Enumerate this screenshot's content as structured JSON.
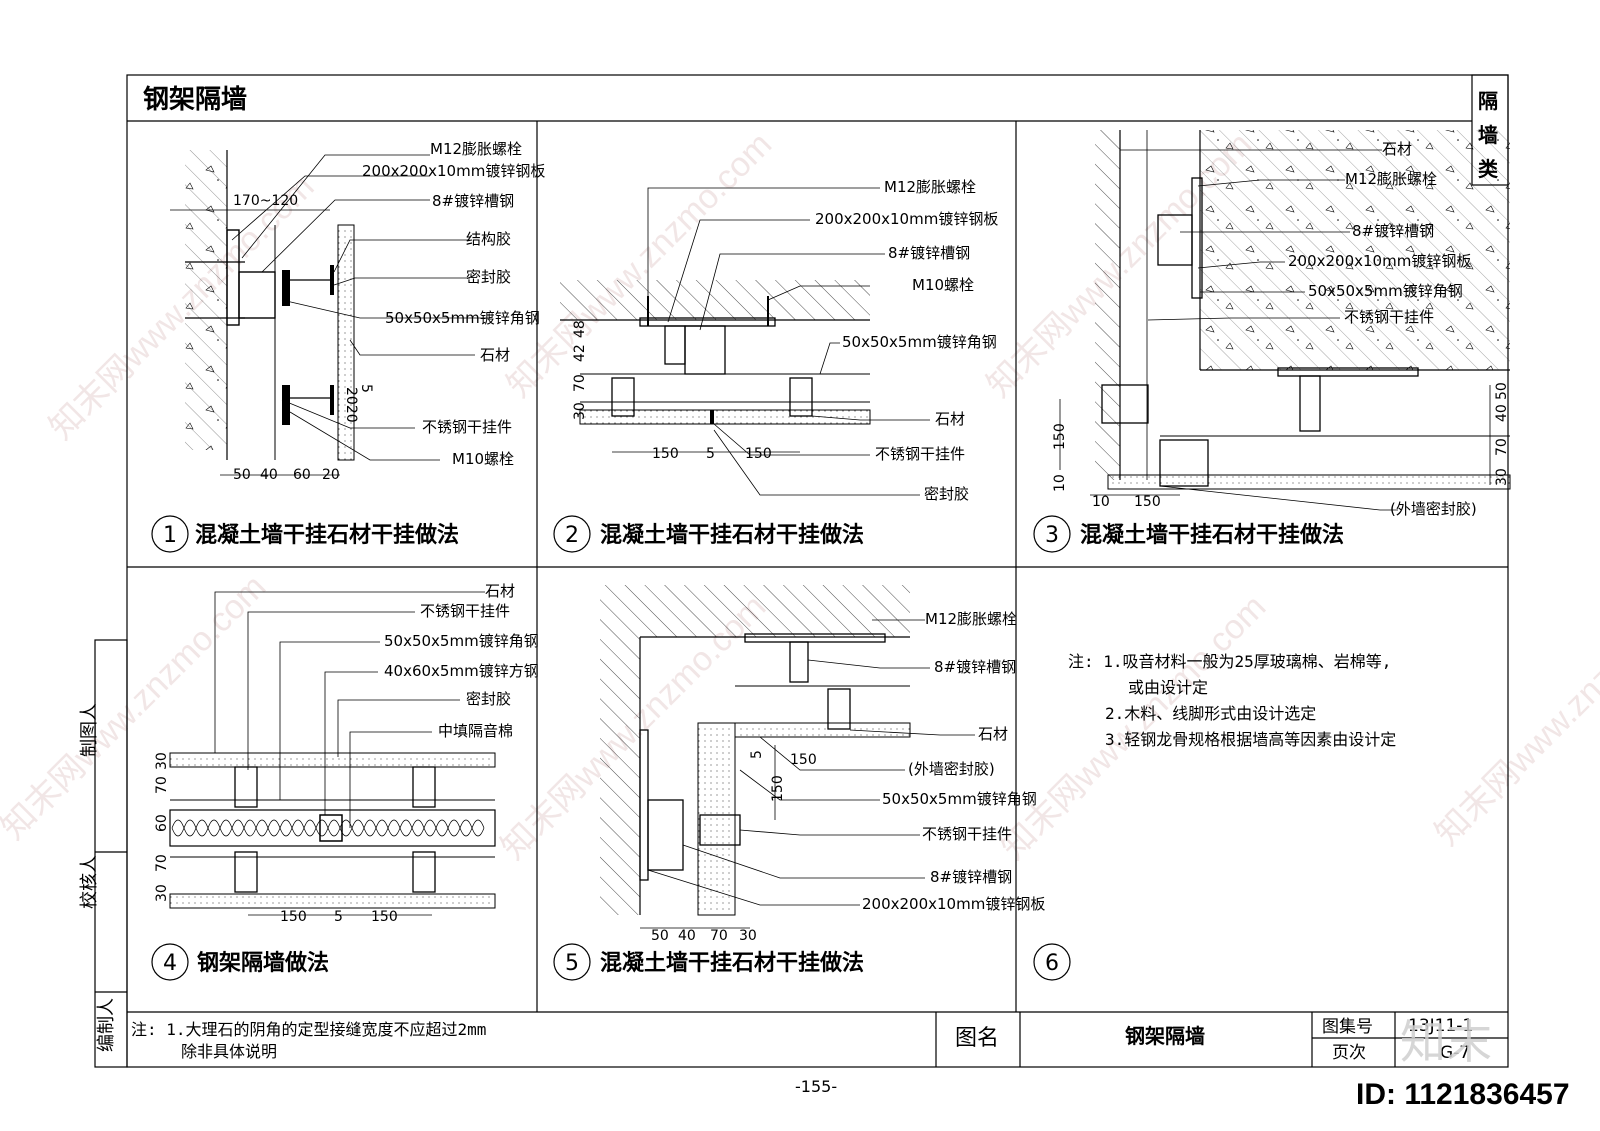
{
  "header": {
    "title": "钢架隔墙",
    "category_chars": [
      "隔",
      "墙",
      "类"
    ]
  },
  "cells": [
    {
      "num": "1",
      "title": "混凝土墙干挂石材干挂做法",
      "labels": [
        "M12膨胀螺栓",
        "200x200x10mm镀锌钢板",
        "8#镀锌槽钢",
        "结构胶",
        "密封胶",
        "50x50x5mm镀锌角钢",
        "石材",
        "不锈钢干挂件",
        "M10螺栓"
      ],
      "dims": [
        "170~120",
        "2020",
        "5",
        "50",
        "40",
        "60",
        "20"
      ]
    },
    {
      "num": "2",
      "title": "混凝土墙干挂石材干挂做法",
      "labels": [
        "M12膨胀螺栓",
        "200x200x10mm镀锌钢板",
        "8#镀锌槽钢",
        "M10螺栓",
        "50x50x5mm镀锌角钢",
        "石材",
        "不锈钢干挂件",
        "密封胶"
      ],
      "dims": [
        "48",
        "42",
        "70",
        "30",
        "150",
        "5",
        "150"
      ]
    },
    {
      "num": "3",
      "title": "混凝土墙干挂石材干挂做法",
      "labels": [
        "石材",
        "M12膨胀螺栓",
        "8#镀锌槽钢",
        "200x200x10mm镀锌钢板",
        "50x50x5mm镀锌角钢",
        "不锈钢干挂件",
        "(外墙密封胶)"
      ],
      "dims": [
        "150",
        "10",
        "10",
        "150",
        "50",
        "40",
        "70",
        "30"
      ]
    },
    {
      "num": "4",
      "title": "钢架隔墙做法",
      "labels": [
        "石材",
        "不锈钢干挂件",
        "50x50x5mm镀锌角钢",
        "40x60x5mm镀锌方钢",
        "密封胶",
        "中填隔音棉"
      ],
      "dims": [
        "30",
        "70",
        "60",
        "70",
        "30",
        "150",
        "5",
        "150"
      ]
    },
    {
      "num": "5",
      "title": "混凝土墙干挂石材干挂做法",
      "labels": [
        "M12膨胀螺栓",
        "8#镀锌槽钢",
        "石材",
        "(外墙密封胶)",
        "50x50x5mm镀锌角钢",
        "不锈钢干挂件",
        "8#镀锌槽钢",
        "200x200x10mm镀锌钢板"
      ],
      "dims": [
        "5",
        "150",
        "150",
        "50",
        "40",
        "70",
        "30"
      ]
    },
    {
      "num": "6",
      "title": "",
      "notes": [
        "注: 1.吸音材料一般为25厚玻璃棉、岩棉等,",
        "或由设计定",
        "2.木料、线脚形式由设计选定",
        "3.轻钢龙骨规格根据墙高等因素由设计定"
      ]
    }
  ],
  "side_roles": [
    "制图人",
    "校核人",
    "编制人"
  ],
  "footer": {
    "note_line1": "注: 1.大理石的阴角的定型接缝宽度不应超过2mm",
    "note_line2": "除非具体说明",
    "drawing_name_label": "图名",
    "drawing_name": "钢架隔墙",
    "atlas_no_label": "图集号",
    "atlas_no": "13J11-1",
    "page_label": "页次",
    "page_value": "G-7"
  },
  "page_number": "-155-",
  "id_text": "ID: 1121836457",
  "logo_text": "知末",
  "watermarks": [
    "知末网www.znzmo.com"
  ]
}
